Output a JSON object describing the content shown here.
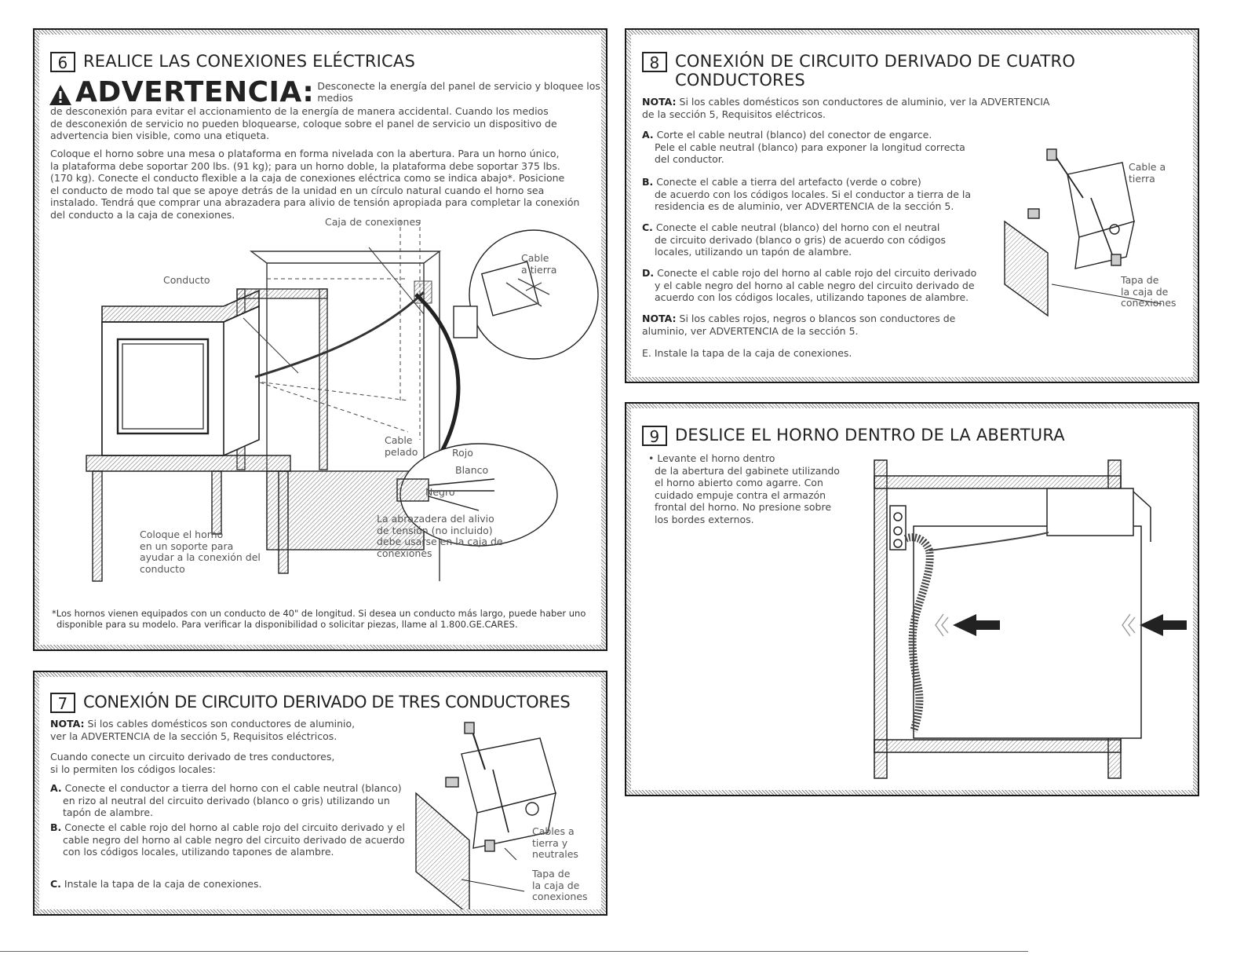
{
  "s6": {
    "num": "6",
    "title": "REALICE LAS CONEXIONES ELÉCTRICAS",
    "warning_word": "ADVERTENCIA:",
    "warning_lines": [
      "Desconecte la energía del panel de servicio y bloquee los medios",
      "de desconexión para evitar el accionamiento de la energía de manera accidental. Cuando los medios",
      "de desconexión de servicio no pueden bloquearse, coloque sobre el panel de servicio un dispositivo de",
      "advertencia bien visible, como una etiqueta."
    ],
    "body_lines": [
      "Coloque el horno sobre una mesa o plataforma en forma nivelada con la abertura. Para un horno único,",
      "la plataforma debe soportar 200 lbs. (91 kg); para un horno doble, la plataforma debe soportar 375 lbs.",
      "(170 kg). Conecte el conducto flexible a la caja de conexiones eléctrica como se indica abajo*. Posicione",
      "el conducto de modo tal que se apoye detrás de la unidad en un círculo natural cuando el horno sea",
      "instalado. Tendrá que comprar una abrazadera para alivio de tensión apropiada para completar la conexión",
      "del conducto a la caja de conexiones."
    ],
    "labels": {
      "caja": "Caja de conexiones",
      "conducto": "Conducto",
      "cable_tierra": [
        "Cable",
        "a tierra"
      ],
      "cable_pelado": [
        "Cable",
        "pelado"
      ],
      "rojo": "Rojo",
      "blanco": "Blanco",
      "negro": "Negro",
      "abrazadera": [
        "La abrazadera del alivio",
        "de tensión (no incluido)",
        "debe usarse en la caja de",
        "conexiones"
      ],
      "soporte": [
        "Coloque el horno",
        "en un soporte para",
        "ayudar a la conexión del",
        "conducto"
      ]
    },
    "footnote_lines": [
      "*Los hornos vienen equipados con un conducto de 40\" de longitud. Si desea un conducto más largo, puede haber uno",
      "disponible para su modelo. Para verificar la disponibilidad o solicitar piezas, llame al 1.800.GE.CARES."
    ]
  },
  "s7": {
    "num": "7",
    "title": "CONEXIÓN DE CIRCUITO DERIVADO DE TRES CONDUCTORES",
    "nota_label": "NOTA:",
    "nota_lines": [
      "Si los cables domésticos son conductores de aluminio,",
      "ver la ADVERTENCIA de la sección 5, Requisitos eléctricos."
    ],
    "intro_lines": [
      "Cuando conecte un circuito derivado de tres conductores,",
      "si lo permiten los códigos locales:"
    ],
    "steps": [
      {
        "letter": "A.",
        "lines": [
          "Conecte el conductor a tierra del horno con el cable neutral (blanco)",
          "en rizo al neutral del circuito derivado (blanco o gris) utilizando un",
          "tapón de alambre."
        ]
      },
      {
        "letter": "B.",
        "lines": [
          "Conecte el cable rojo del horno al cable rojo del circuito derivado y el",
          "cable negro del horno al cable negro del circuito derivado de acuerdo",
          "con los códigos locales, utilizando tapones de alambre."
        ]
      },
      {
        "letter": "C.",
        "lines": [
          "Instale la tapa de la caja de conexiones."
        ]
      }
    ],
    "labels": {
      "cables": [
        "Cables a",
        "tierra y",
        "neutrales"
      ],
      "tapa": [
        "Tapa de",
        "la caja de",
        "conexiones"
      ]
    }
  },
  "s8": {
    "num": "8",
    "title_lines": [
      "CONEXIÓN DE CIRCUITO DERIVADO DE CUATRO",
      "CONDUCTORES"
    ],
    "nota_label": "NOTA:",
    "nota_lines": [
      "Si los cables domésticos son conductores de aluminio, ver la ADVERTENCIA",
      "de la sección 5, Requisitos eléctricos."
    ],
    "steps": [
      {
        "letter": "A.",
        "lines": [
          "Corte el cable neutral (blanco) del conector de engarce.",
          "Pele el cable neutral (blanco) para exponer la longitud correcta",
          "del conductor."
        ]
      },
      {
        "letter": "B.",
        "lines": [
          "Conecte el cable a tierra del artefacto (verde o cobre)",
          "de acuerdo con los códigos locales. Si el conductor a tierra de la",
          "residencia es de aluminio, ver ADVERTENCIA de la sección 5."
        ]
      },
      {
        "letter": "C.",
        "lines": [
          "Conecte el cable neutral (blanco) del horno con el neutral",
          "de circuito derivado (blanco o gris) de acuerdo con códigos",
          "locales, utilizando un tapón de alambre."
        ]
      },
      {
        "letter": "D.",
        "lines": [
          "Conecte el cable rojo del horno al cable rojo del circuito derivado",
          "y el cable negro del horno al cable negro del circuito derivado de",
          "acuerdo con los códigos locales, utilizando tapones de alambre."
        ]
      }
    ],
    "nota2_label": "NOTA:",
    "nota2_lines": [
      "Si los cables rojos, negros o blancos son conductores de",
      "aluminio, ver ADVERTENCIA de la sección 5."
    ],
    "step_e": "E. Instale la tapa de la caja de conexiones.",
    "labels": {
      "cable_tierra": [
        "Cable a",
        "tierra"
      ],
      "tapa": [
        "Tapa de",
        "la caja de",
        "conexiones"
      ]
    }
  },
  "s9": {
    "num": "9",
    "title": "DESLICE EL HORNO DENTRO DE LA ABERTURA",
    "bullet_lines": [
      "• Levante el horno dentro",
      "de la abertura del gabinete utilizando",
      "el horno abierto como agarre. Con",
      "cuidado empuje contra el armazón",
      "frontal del horno. No presione sobre",
      "los bordes externos."
    ]
  }
}
